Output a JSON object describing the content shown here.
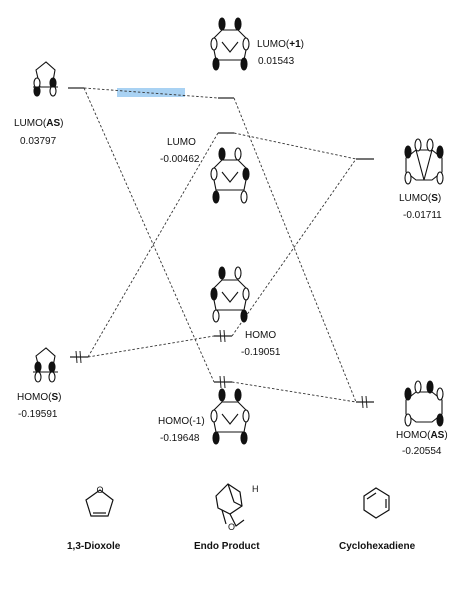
{
  "orbitals": {
    "dioxole_lumo": {
      "label_prefix": "LUMO(",
      "label_emph": "AS",
      "label_suffix": ")",
      "value": "0.03797"
    },
    "dioxole_homo": {
      "label_prefix": "HOMO(",
      "label_emph": "S",
      "label_suffix": ")",
      "value": "-0.19591"
    },
    "product_lumo_plus1": {
      "label_prefix": "LUMO(",
      "label_emph": "+1",
      "label_suffix": ")",
      "value": "0.01543"
    },
    "product_lumo": {
      "label": "LUMO",
      "value": "-0.00462"
    },
    "product_homo": {
      "label": "HOMO",
      "value": "-0.19051"
    },
    "product_homo_minus1": {
      "label": "HOMO(-1)",
      "value": "-0.19648"
    },
    "cyclohexadiene_lumo": {
      "label_prefix": "LUMO(",
      "label_emph": "S",
      "label_suffix": ")",
      "value": "-0.01711"
    },
    "cyclohexadiene_homo": {
      "label_prefix": "HOMO(",
      "label_emph": "AS",
      "label_suffix": ")",
      "value": "-0.20554"
    }
  },
  "compounds": {
    "left": "1,3-Dioxole",
    "middle": "Endo Product",
    "right": "Cyclohexadiene"
  },
  "structure_atoms": {
    "oxygen": "O",
    "hydrogen": "H"
  },
  "colors": {
    "highlight": "#a9d2f3",
    "line": "#222222"
  }
}
